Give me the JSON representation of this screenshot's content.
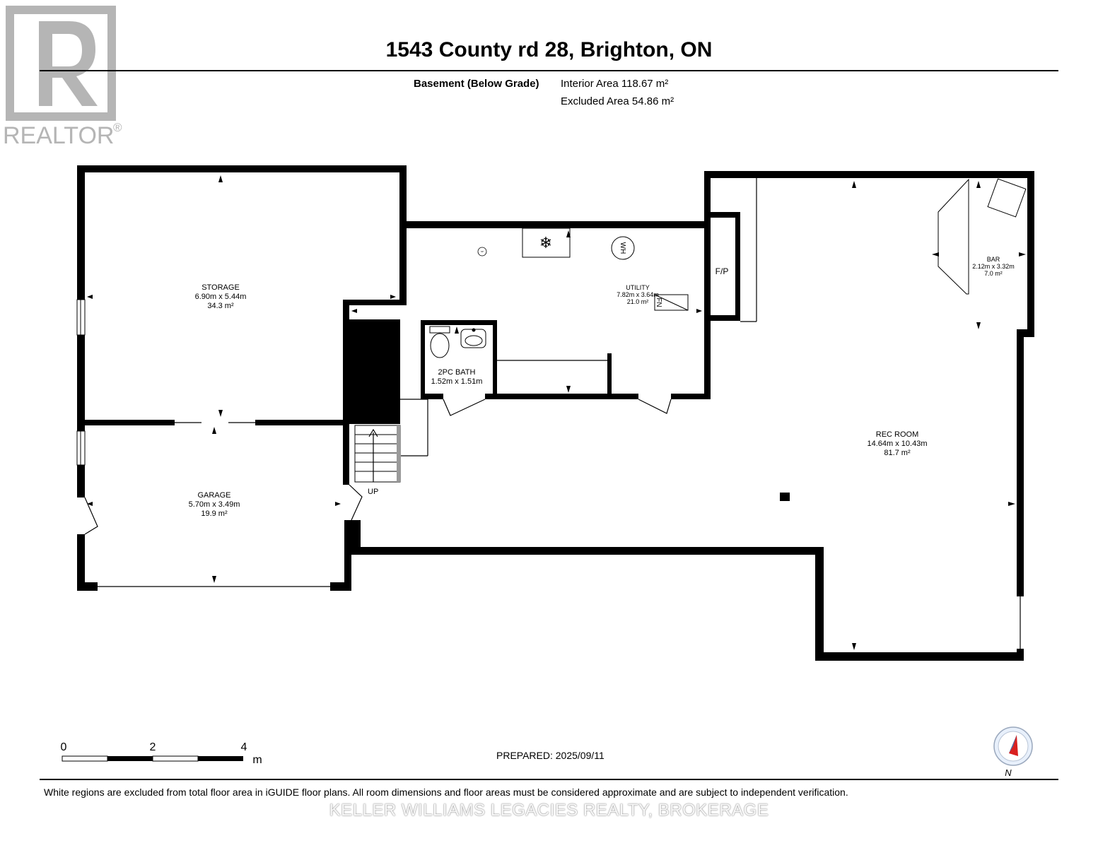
{
  "logo": {
    "text": "REALTOR",
    "mark": "®"
  },
  "header": {
    "title": "1543 County rd 28, Brighton, ON",
    "level_label": "Basement (Below Grade)",
    "interior_area": "Interior Area 118.67 m²",
    "excluded_area": "Excluded Area 54.86 m²"
  },
  "rooms": {
    "storage": {
      "name": "STORAGE",
      "dims": "6.90m x 5.44m",
      "area": "34.3 m²"
    },
    "utility": {
      "name": "UTILITY",
      "dims": "7.82m x 3.64m",
      "area": "21.0 m²"
    },
    "bath": {
      "name": "2PC BATH",
      "dims": "1.52m x 1.51m"
    },
    "garage": {
      "name": "GARAGE",
      "dims": "5.70m x 3.49m",
      "area": "19.9 m²"
    },
    "rec_room": {
      "name": "REC ROOM",
      "dims": "14.64m x 10.43m",
      "area": "81.7 m²"
    },
    "bar": {
      "name": "BAR",
      "dims": "2.12m x 3.32m",
      "area": "7.0 m²"
    }
  },
  "fixtures": {
    "fireplace": "F/P",
    "water_heater": "WH",
    "furnace": "FN",
    "stairs": "UP",
    "sump_pump": "SP"
  },
  "scale": {
    "zero": "0",
    "two": "2",
    "four": "4",
    "unit": "m"
  },
  "compass": {
    "north": "N"
  },
  "footer": {
    "prepared": "PREPARED: 2025/09/11",
    "disclaimer": "White regions are excluded from total floor area in iGUIDE floor plans. All room dimensions and floor areas must be considered approximate and are subject to independent verification.",
    "brokerage": "KELLER WILLIAMS LEGACIES REALTY, BROKERAGE"
  }
}
